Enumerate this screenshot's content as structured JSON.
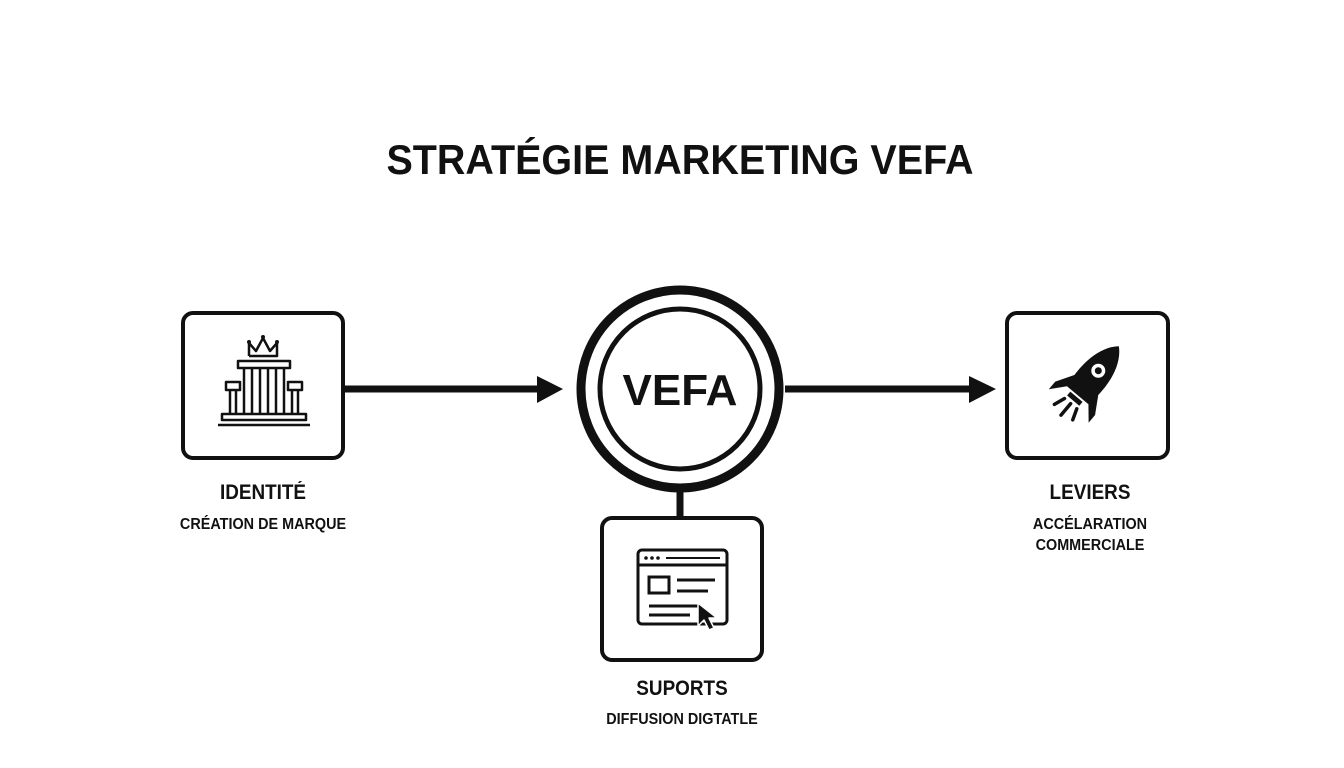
{
  "title": "STRATÉGIE MARKETING VEFA",
  "center": {
    "label": "VEFA"
  },
  "nodes": {
    "identite": {
      "title": "IDENTITÉ",
      "subtitle": "CRÉATION DE MARQUE",
      "icon": "building-crown-icon"
    },
    "leviers": {
      "title": "LEVIERS",
      "subtitle_line1": "ACCÉLARATION",
      "subtitle_line2": "COMMERCIALE",
      "icon": "rocket-icon"
    },
    "supports": {
      "title": "SUPORTS",
      "subtitle": "DIFFUSION DIGTATLE",
      "icon": "browser-cursor-icon"
    }
  },
  "colors": {
    "stroke": "#111111",
    "background": "#ffffff"
  }
}
